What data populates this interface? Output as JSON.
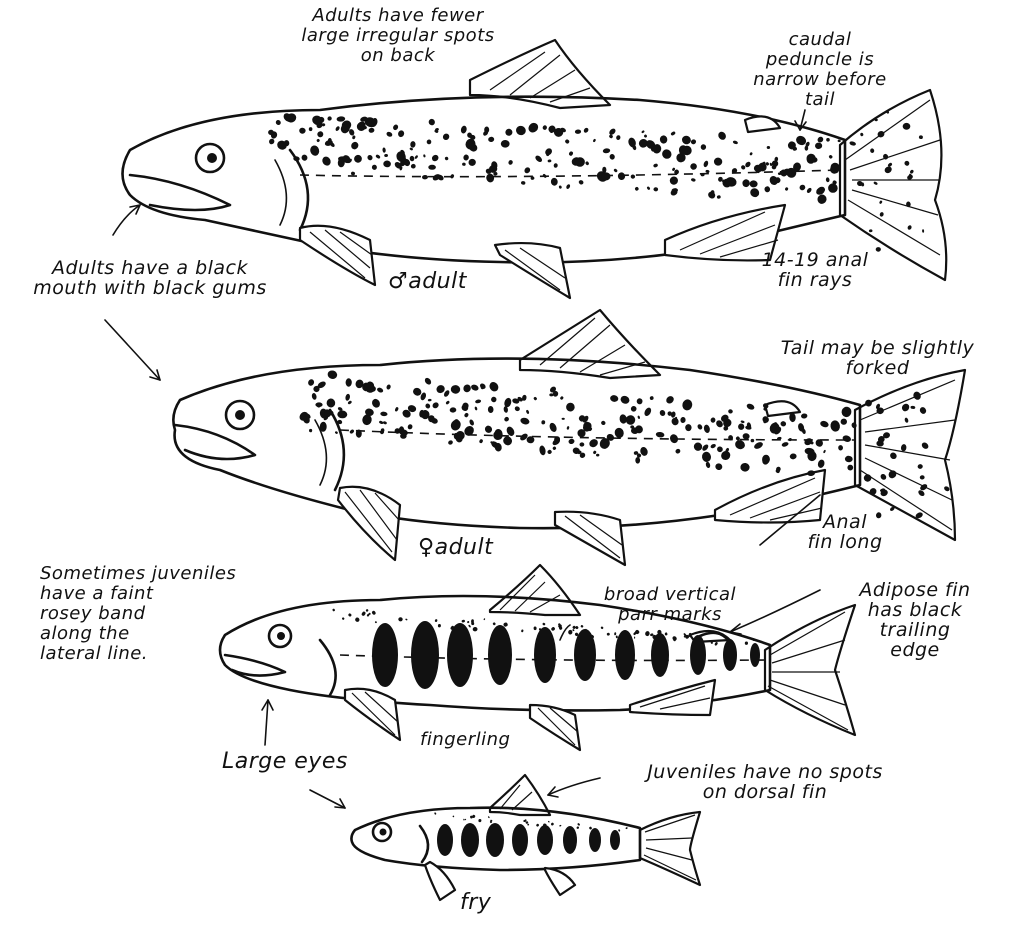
{
  "labels": {
    "adults_fewer_spots": "Adults have fewer\nlarge irregular spots\non back",
    "caudal_peduncle": "caudal\npeduncle is\nnarrow before\ntail",
    "black_mouth": "Adults have a black\nmouth with black gums",
    "male_adult": "♂adult",
    "anal_rays": "14-19 anal\nfin rays",
    "tail_forked": "Tail may be slightly\nforked",
    "female_adult": "♀adult",
    "anal_fin_long": "Anal\nfin long",
    "juveniles_rosey": "Sometimes juveniles\nhave a faint\nrosey band\nalong the\nlateral line.",
    "parr_marks": "broad vertical\nparr marks",
    "adipose_fin": "Adipose fin\nhas black\ntrailing\nedge",
    "fingerling": "fingerling",
    "large_eyes": "Large eyes",
    "no_spots_dorsal": "Juveniles have no spots\non dorsal fin",
    "fry": "fry"
  },
  "colors": {
    "ink": "#111111",
    "paper": "#ffffff"
  }
}
